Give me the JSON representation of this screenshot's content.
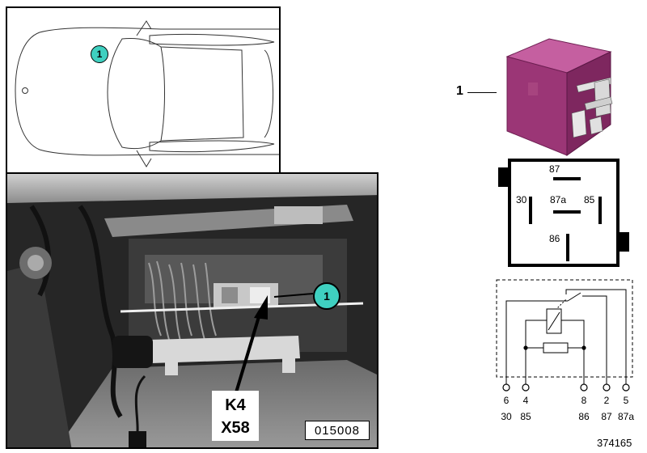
{
  "car_diagram": {
    "callout_number": "1"
  },
  "photo_panel": {
    "callout_number": "1",
    "component_label_line1": "K4",
    "component_label_line2": "X58",
    "image_code": "015008"
  },
  "relay": {
    "callout_number": "1",
    "body_color": "#a3407f"
  },
  "relay_face": {
    "terminal_87": "87",
    "terminal_87a": "87a",
    "terminal_30": "30",
    "terminal_85": "85",
    "terminal_86": "86"
  },
  "schematic": {
    "pin_numbers": [
      "6",
      "4",
      "8",
      "2",
      "5"
    ],
    "terminal_labels": [
      "30",
      "85",
      "86",
      "87",
      "87a"
    ]
  },
  "figure_code": "374165",
  "colors": {
    "callout_fill": "#3fd0c0",
    "relay_body": "#a3407f"
  }
}
